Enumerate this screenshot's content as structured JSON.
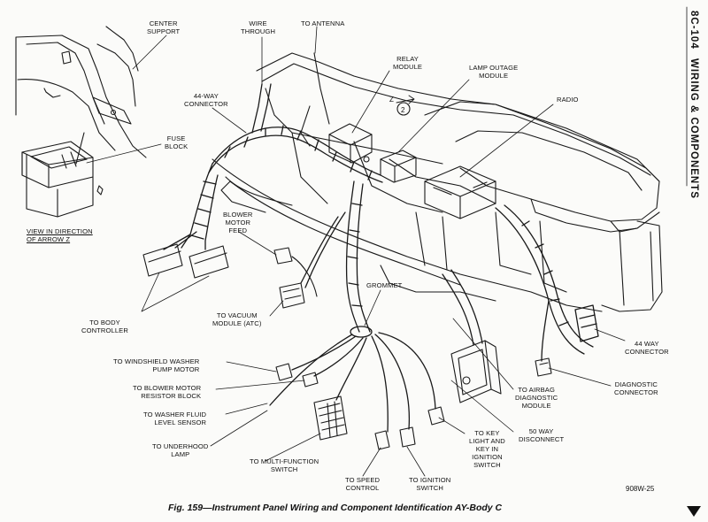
{
  "page": {
    "page_number": "8C-104",
    "section_title": "WIRING & COMPONENTS",
    "caption": "Fig. 159—Instrument Panel Wiring and Component Identification AY-Body C",
    "figure_code": "908W-25"
  },
  "labels": {
    "center_support": [
      "CENTER",
      "SUPPORT"
    ],
    "wire_through": [
      "WIRE",
      "THROUGH"
    ],
    "to_antenna": [
      "TO ANTENNA"
    ],
    "relay_module": [
      "RELAY",
      "MODULE"
    ],
    "lamp_outage_module": [
      "LAMP OUTAGE",
      "MODULE"
    ],
    "connector_44_top": [
      "44-WAY",
      "CONNECTOR"
    ],
    "radio": [
      "RADIO"
    ],
    "fuse_block": [
      "FUSE",
      "BLOCK"
    ],
    "view_arrow_z": [
      "VIEW IN DIRECTION",
      "OF ARROW Z"
    ],
    "blower_motor_feed": [
      "BLOWER",
      "MOTOR",
      "FEED"
    ],
    "grommet": [
      "GROMMET"
    ],
    "to_body_controller": [
      "TO BODY",
      "CONTROLLER"
    ],
    "to_vacuum_module": [
      "TO VACUUM",
      "MODULE (ATC)"
    ],
    "connector_44_right": [
      "44 WAY",
      "CONNECTOR"
    ],
    "to_windshield_washer": [
      "TO WINDSHIELD WASHER",
      "PUMP MOTOR"
    ],
    "diagnostic_connector": [
      "DIAGNOSTIC",
      "CONNECTOR"
    ],
    "to_blower_resistor": [
      "TO BLOWER MOTOR",
      "RESISTOR BLOCK"
    ],
    "to_airbag_module": [
      "TO AIRBAG",
      "DIAGNOSTIC",
      "MODULE"
    ],
    "to_washer_fluid": [
      "TO WASHER FLUID",
      "LEVEL SENSOR"
    ],
    "disconnect_50": [
      "50 WAY",
      "DISCONNECT"
    ],
    "to_key_light": [
      "TO KEY",
      "LIGHT AND",
      "KEY IN",
      "IGNITION",
      "SWITCH"
    ],
    "to_underhood_lamp": [
      "TO UNDERHOOD",
      "LAMP"
    ],
    "to_multifunction": [
      "TO MULTI-FUNCTION",
      "SWITCH"
    ],
    "to_speed_control": [
      "TO SPEED",
      "CONTROL"
    ],
    "to_ignition_switch": [
      "TO IGNITION",
      "SWITCH"
    ]
  },
  "view_marker": "Z"
}
